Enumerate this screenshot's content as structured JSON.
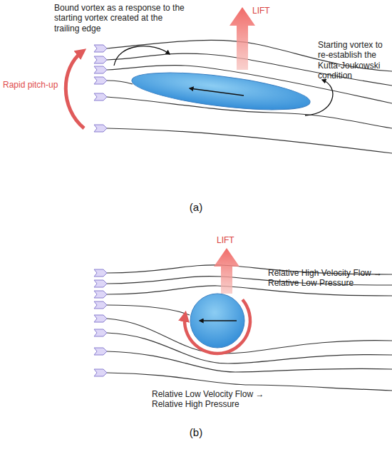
{
  "diagram": {
    "labels": [
      "Bound vortex as a response to the starting vortex created at the trailing edge",
      "LIFT",
      "Starting vortex to re-establish the Kutta-Joukowski condition",
      "Rapid pitch-up",
      "(a)",
      "LIFT",
      "Relative High Velocity Flow → Relative Low Pressure",
      "Relative Low Velocity Flow → Relative High Pressure",
      "(b)"
    ]
  }
}
